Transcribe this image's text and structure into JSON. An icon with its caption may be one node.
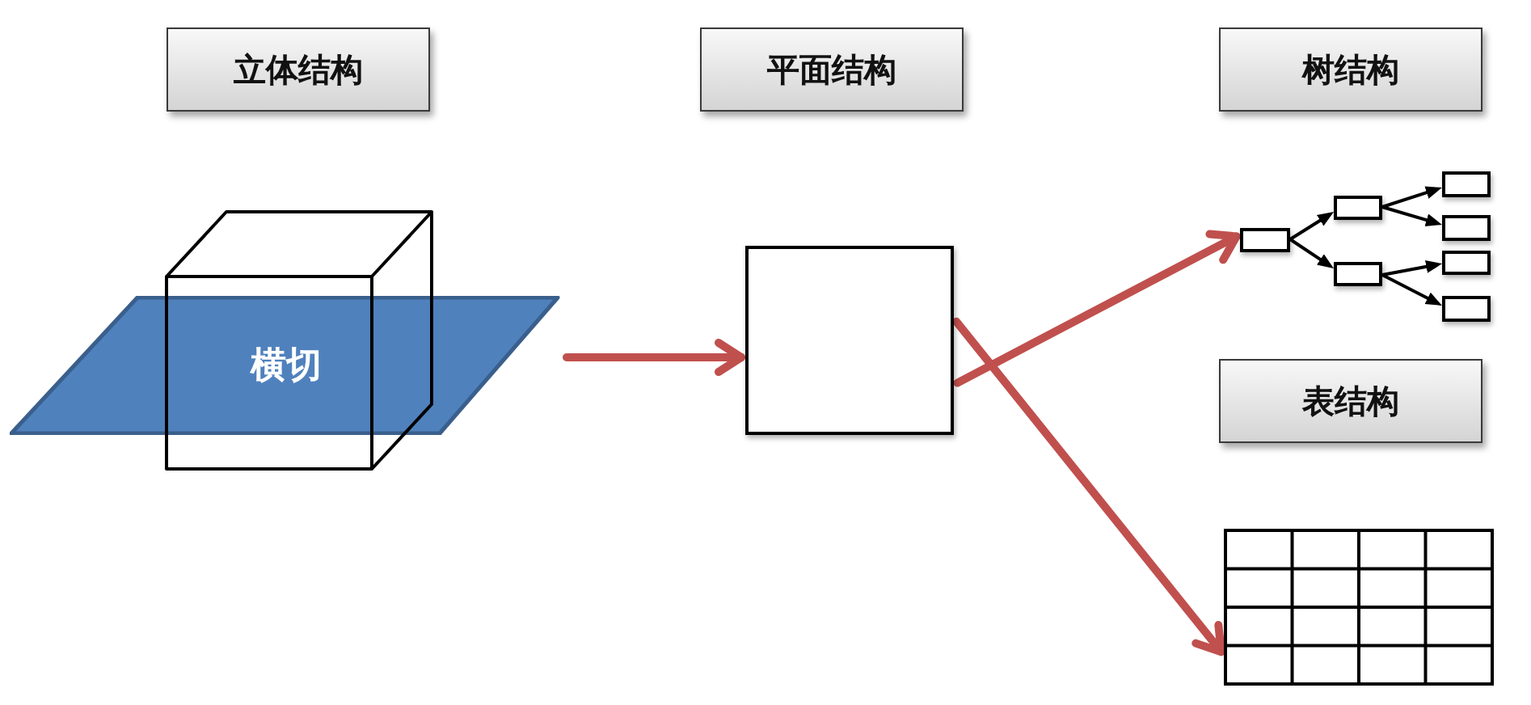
{
  "diagram": {
    "nodes": [
      {
        "text": [
          "立体结构"
        ]
      },
      {
        "text": [
          "平面结构"
        ]
      },
      {
        "text": [
          "树结构"
        ]
      },
      {
        "text": [
          "横切"
        ]
      },
      {
        "text": [],
        "shape": "box"
      },
      {
        "text": [],
        "shape": "box"
      },
      {
        "text": [],
        "shape": "box"
      },
      {
        "text": [],
        "shape": "box"
      },
      {
        "text": [],
        "shape": "box"
      },
      {
        "text": [],
        "shape": "box"
      },
      {
        "text": [],
        "shape": "box"
      },
      {
        "text": [],
        "shape": "box"
      },
      {
        "text": [
          "表结构"
        ]
      },
      {
        "text": [],
        "shape": "grid"
      }
    ],
    "edges": [
      {
        "from": 3,
        "to": 4,
        "arrow": "to",
        "style": "thick",
        "color": "#c0504d"
      },
      {
        "from": 4,
        "to": 5,
        "arrow": "to",
        "style": "thick",
        "color": "#c0504d"
      },
      {
        "from": 4,
        "to": 13,
        "arrow": "to",
        "style": "thick",
        "color": "#c0504d"
      },
      {
        "from": 5,
        "to": 6,
        "arrow": "to"
      },
      {
        "from": 5,
        "to": 7,
        "arrow": "to"
      },
      {
        "from": 6,
        "to": 8,
        "arrow": "to"
      },
      {
        "from": 6,
        "to": 9,
        "arrow": "to"
      },
      {
        "from": 7,
        "to": 10,
        "arrow": "to"
      },
      {
        "from": 7,
        "to": 11,
        "arrow": "to"
      }
    ]
  }
}
